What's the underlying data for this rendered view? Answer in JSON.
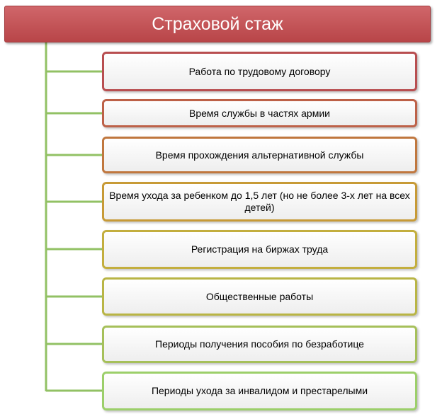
{
  "diagram": {
    "title": "Страховой стаж",
    "items": [
      {
        "label": "Работа по трудовому договору"
      },
      {
        "label": "Время службы в частях армии"
      },
      {
        "label": "Время прохождения альтернативной службы"
      },
      {
        "label": "Время ухода за ребенком до 1,5 лет (но не более 3-х лет на всех детей)"
      },
      {
        "label": "Регистрация на биржах труда"
      },
      {
        "label": "Общественные работы"
      },
      {
        "label": "Периоды получения пособия по безработице"
      },
      {
        "label": "Периоды ухода за инвалидом и престарелыми"
      }
    ]
  },
  "colors": {
    "header": "#b84548",
    "connector": "#92c164",
    "item_borders": [
      "#b84e50",
      "#bd6148",
      "#c0773e",
      "#c79a36",
      "#c3ae3e",
      "#b9b545",
      "#a6c05a",
      "#9ccf6a"
    ]
  }
}
